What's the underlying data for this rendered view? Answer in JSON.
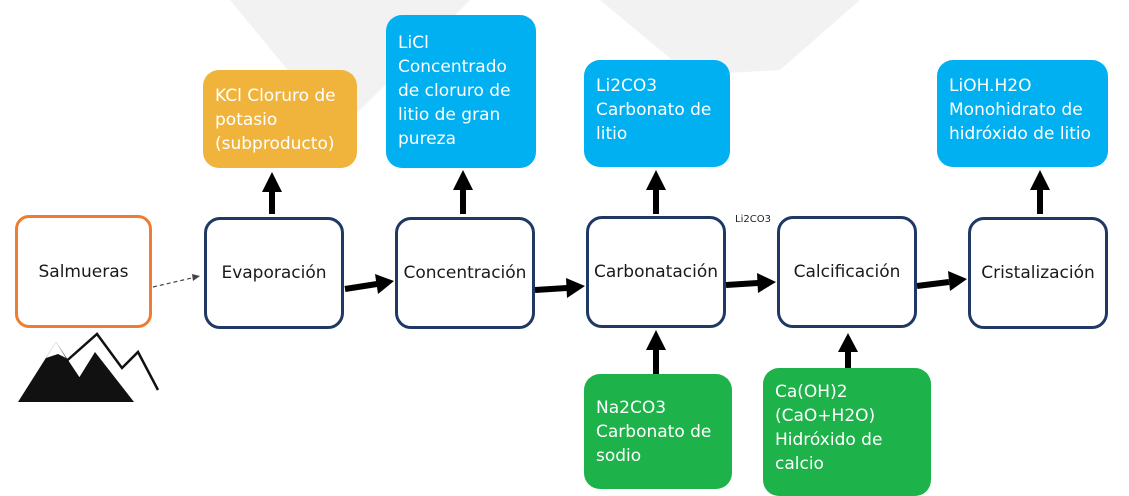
{
  "source": {
    "label": "Salmueras"
  },
  "processes": [
    {
      "id": "evaporacion",
      "label": "Evaporación"
    },
    {
      "id": "concentracion",
      "label": "Concentración"
    },
    {
      "id": "carbonatacion",
      "label": "Carbonatación"
    },
    {
      "id": "calcificacion",
      "label": "Calcificación"
    },
    {
      "id": "cristalizacion",
      "label": "Cristalización"
    }
  ],
  "outputs": {
    "kcl": "KCl Cloruro de\npotasio\n(subproducto)",
    "licl": "LiCl\nConcentrado\nde cloruro de\nlitio de gran\npureza",
    "li2co3": "Li2CO3\nCarbonato de\nlitio",
    "lioh": "LiOH.H2O\nMonohidrato de\nhidróxido de litio"
  },
  "inputs": {
    "na2co3": "Na2CO3\nCarbonato de\nsodio",
    "caoh2": "Ca(OH)2\n(CaO+H2O)\nHidróxido de\ncalcio"
  },
  "arrow_label": "Li2CO3",
  "colors": {
    "process_border": "#1f3864",
    "source_border": "#ed7d31",
    "byproduct": "#f0b43c",
    "product": "#00b0f0",
    "reagent": "#1eb34a",
    "arrow": "#000000"
  },
  "icons": {
    "source_icon": "mountains-icon"
  }
}
